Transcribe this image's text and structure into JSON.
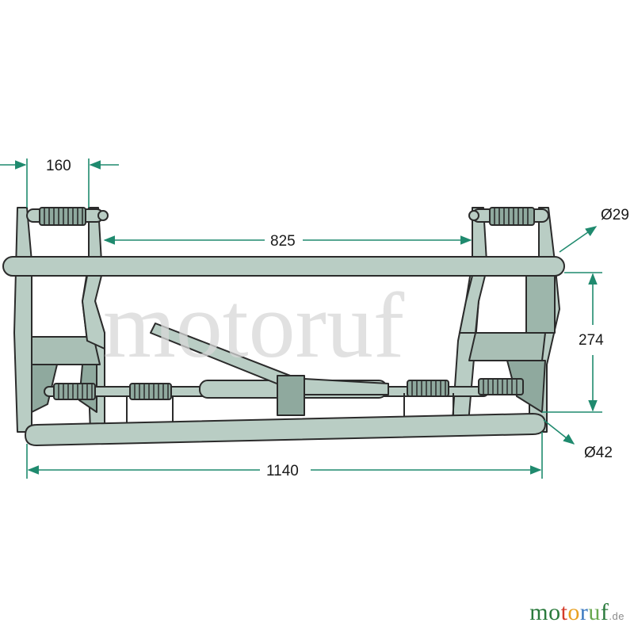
{
  "dimensions": {
    "width_top": "160",
    "inner_span": "825",
    "upper_tube_dia": "Ø29",
    "height": "274",
    "lower_tube_dia": "Ø42",
    "overall_width": "1140"
  },
  "watermark": "motoruf",
  "logo": {
    "letters": [
      "m",
      "o",
      "t",
      "o",
      "r",
      "u",
      "f"
    ],
    "letter_colors": [
      "#2a7a3c",
      "#2a7a3c",
      "#d43b2a",
      "#e8a020",
      "#3a78c0",
      "#6aa84f",
      "#2a7a3c"
    ],
    "suffix": ".de"
  },
  "colors": {
    "frame": "#b9cdc4",
    "frame_dark": "#8fa99e",
    "outline": "#2b2b2b",
    "dimension_line": "#1f8a6e"
  }
}
